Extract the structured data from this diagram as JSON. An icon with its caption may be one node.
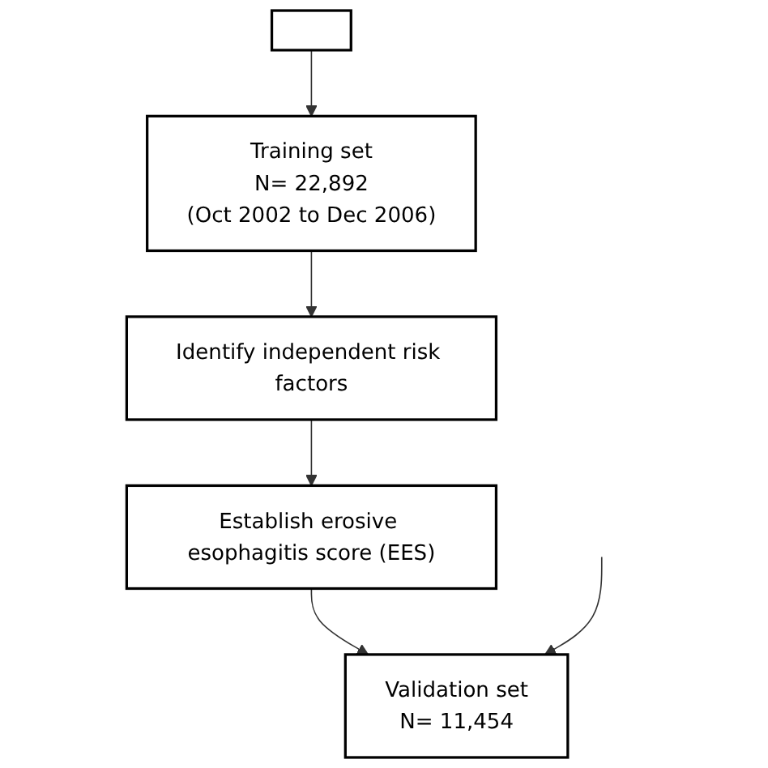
{
  "diagram": {
    "nodes": [
      {
        "text": [],
        "shape": "box"
      },
      {
        "text": [
          "Training set",
          "N= 22,892",
          "(Oct 2002 to Dec 2006)"
        ]
      },
      {
        "text": [
          "Identify independent risk factors"
        ]
      },
      {
        "text": [
          "Establish erosive esophagitis score (EES)"
        ]
      },
      {
        "text": [
          "Validation set",
          "N= 11,454"
        ]
      }
    ],
    "edges": [
      {
        "from": 0,
        "to": 1,
        "arrow": "to"
      },
      {
        "from": 1,
        "to": 2,
        "arrow": "to"
      },
      {
        "from": 2,
        "to": 3,
        "arrow": "to"
      },
      {
        "from": 3,
        "to": 4,
        "arrow": "to"
      },
      {
        "from": null,
        "to": 4,
        "arrow": "to"
      }
    ]
  }
}
